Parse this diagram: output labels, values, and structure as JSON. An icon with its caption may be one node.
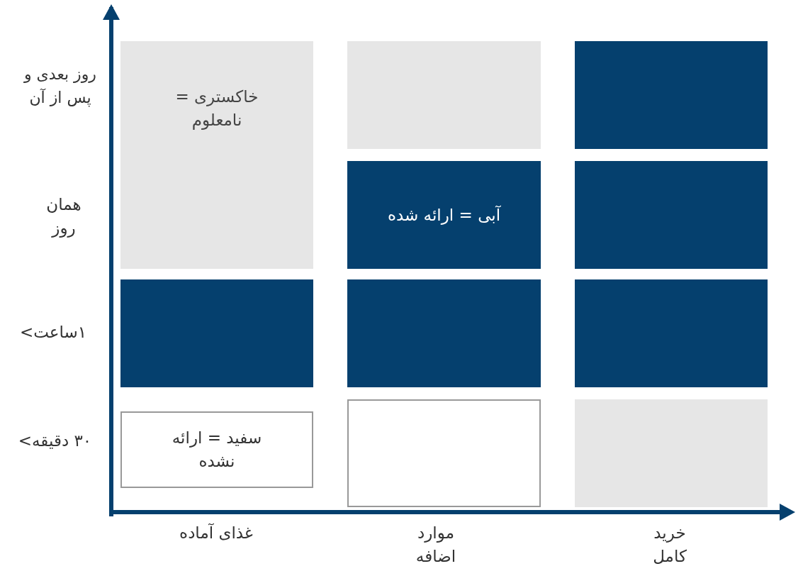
{
  "diagram": {
    "nodes": [
      {
        "text": [
          "خاکستری = نامعلوم"
        ]
      },
      {
        "text": [],
        "shape": "box"
      },
      {
        "text": [],
        "shape": "box"
      },
      {
        "text": [
          "آبی = ارائه شده"
        ]
      },
      {
        "text": [],
        "shape": "box"
      },
      {
        "text": [],
        "shape": "box"
      },
      {
        "text": [],
        "shape": "box"
      },
      {
        "text": [],
        "shape": "box"
      },
      {
        "text": [
          "سفید = ارائه نشده"
        ]
      },
      {
        "text": [],
        "shape": "box"
      },
      {
        "text": [],
        "shape": "box"
      }
    ],
    "labels": [
      "روز بعدی و پس از آن",
      "همان روز",
      "۱ساعت>",
      "۳۰ دقیقه>",
      "غذای آماده",
      "موارد اضافه",
      "خرید کامل"
    ]
  }
}
